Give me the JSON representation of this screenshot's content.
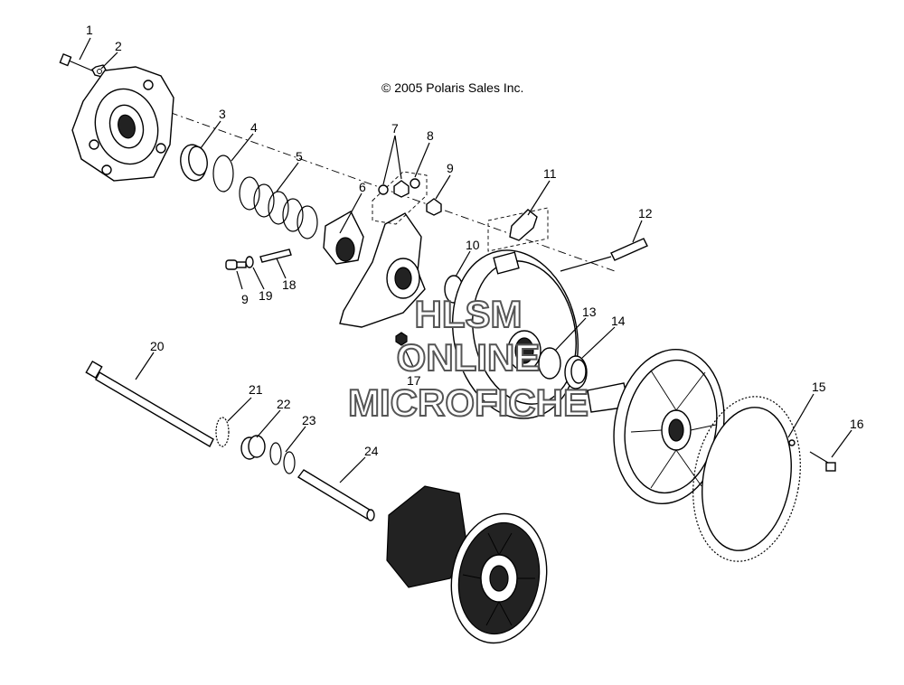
{
  "copyright": "© 2005 Polaris Sales Inc.",
  "watermark": {
    "line1": "HLSM",
    "line2": "ONLINE",
    "line3": "MICROFICHE"
  },
  "callouts": [
    "1",
    "2",
    "3",
    "4",
    "5",
    "6",
    "7",
    "8",
    "9",
    "9",
    "10",
    "11",
    "12",
    "13",
    "14",
    "15",
    "16",
    "17",
    "18",
    "19",
    "20",
    "21",
    "22",
    "23",
    "24"
  ]
}
